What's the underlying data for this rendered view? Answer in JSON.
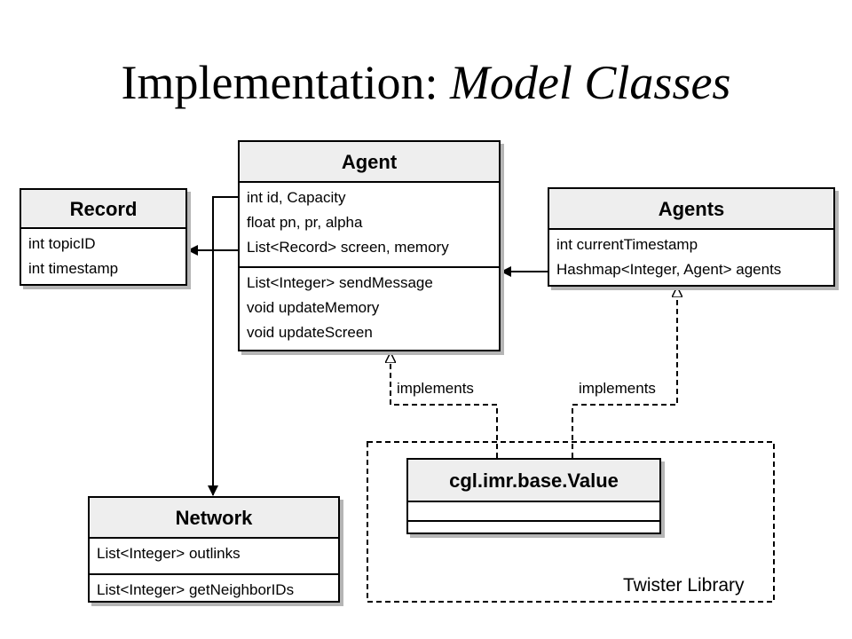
{
  "title": {
    "main": "Implementation: ",
    "italic": "Model Classes"
  },
  "classes": {
    "agent": {
      "name": "Agent",
      "attributes": [
        "int id, Capacity",
        "float pn, pr, alpha",
        "List<Record> screen, memory"
      ],
      "methods": [
        "List<Integer> sendMessage",
        "void updateMemory",
        "void updateScreen"
      ]
    },
    "record": {
      "name": "Record",
      "attributes": [
        "int topicID",
        "int timestamp"
      ]
    },
    "agents": {
      "name": "Agents",
      "attributes": [
        "int currentTimestamp",
        "Hashmap<Integer, Agent> agents"
      ]
    },
    "network": {
      "name": "Network",
      "attributes": [
        "List<Integer> outlinks"
      ],
      "methods": [
        "List<Integer> getNeighborIDs"
      ]
    },
    "value": {
      "name": "cgl.imr.base.Value"
    }
  },
  "relations": {
    "implements_left": "implements",
    "implements_right": "implements"
  },
  "package": {
    "label": "Twister Library"
  }
}
